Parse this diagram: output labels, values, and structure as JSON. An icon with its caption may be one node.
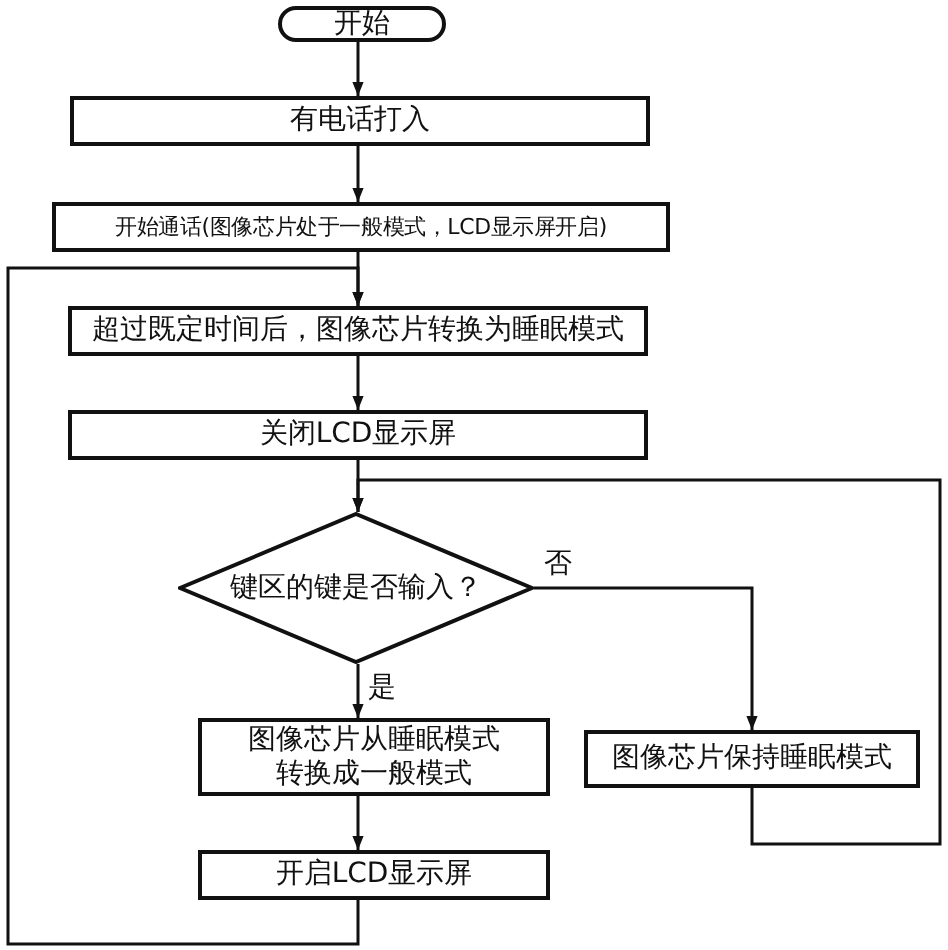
{
  "diagram": {
    "nodes": [
      {
        "text": [
          "开始"
        ]
      },
      {
        "text": [
          "有电话打入"
        ]
      },
      {
        "text": [
          "开始通话(图像芯片处于一般模式，LCD显示屏开启)"
        ]
      },
      {
        "text": [
          "超过既定时间后，图像芯片转换为睡眠模式"
        ]
      },
      {
        "text": [
          "关闭LCD显示屏"
        ]
      },
      {
        "text": [
          "键区的键是否输入？"
        ]
      },
      {
        "text": [
          "图像芯片从睡眠模式转换成一般模式"
        ]
      },
      {
        "text": [
          "图像芯片保持睡眠模式"
        ]
      },
      {
        "text": [
          "开启LCD显示屏"
        ]
      }
    ],
    "edges": [
      {
        "from": 0,
        "to": 1,
        "arrow": "to"
      },
      {
        "from": 1,
        "to": 2,
        "arrow": "to"
      },
      {
        "from": 2,
        "to": 3,
        "arrow": "to"
      },
      {
        "from": 3,
        "to": 4,
        "arrow": "to"
      },
      {
        "from": 4,
        "to": 5,
        "arrow": "to"
      },
      {
        "from": 5,
        "to": 6,
        "arrow": "to",
        "label": "是"
      },
      {
        "from": 5,
        "to": 7,
        "arrow": "to",
        "label": "否"
      },
      {
        "from": 6,
        "to": 8,
        "arrow": "to"
      },
      {
        "from": 7,
        "to": 5,
        "arrow": "to"
      },
      {
        "from": 8,
        "to": 3,
        "arrow": "to"
      }
    ]
  }
}
